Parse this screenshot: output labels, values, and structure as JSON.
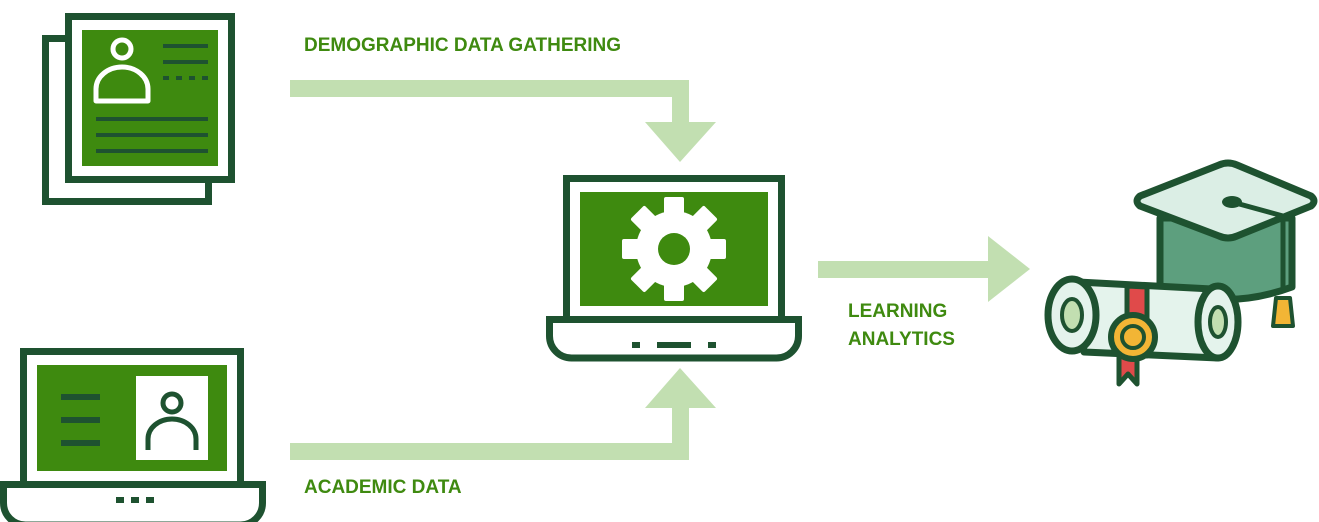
{
  "labels": {
    "demographic": "DEMOGRAPHIC DATA GATHERING",
    "academic": "ACADEMIC DATA",
    "analytics_line1": "LEARNING",
    "analytics_line2": "ANALYTICS"
  },
  "nodes": {
    "profile_documents": "profile-card-icon",
    "student_laptop": "student-laptop-icon",
    "processing_laptop": "gear-laptop-icon",
    "graduation": "graduation-diploma-icon"
  },
  "colors": {
    "label_green": "#3f8a10",
    "screen_green": "#3e8a0f",
    "outline_dark": "#1e5230",
    "arrow_light": "#c2dfb1",
    "cap_green": "#5d9f7e",
    "cap_top": "#dbeee5",
    "diploma_paper": "#e4f3ec",
    "seal_gold": "#f2b535",
    "ribbon_red": "#e04a4a"
  }
}
